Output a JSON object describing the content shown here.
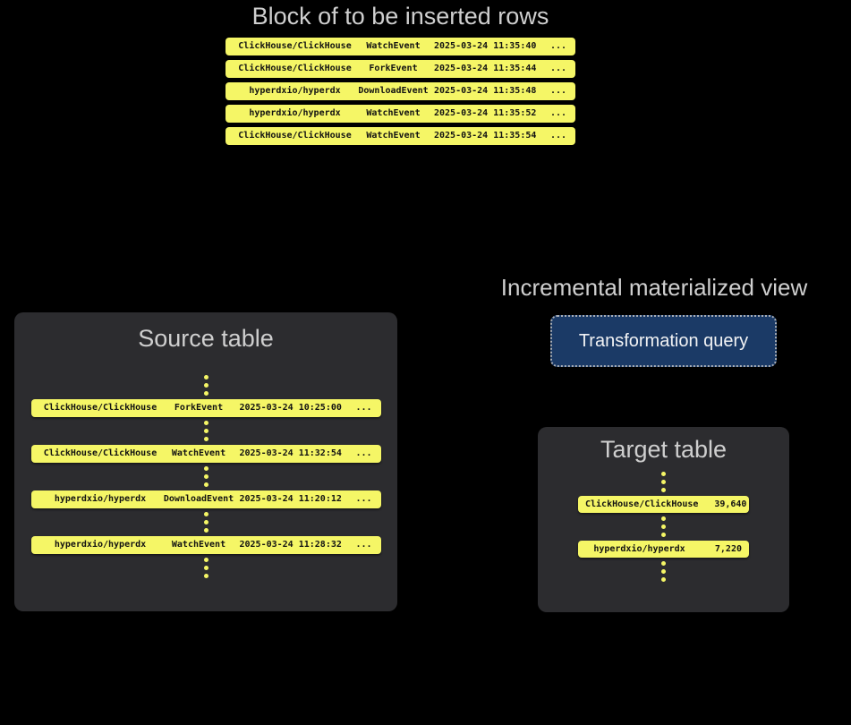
{
  "top_block": {
    "title": "Block of to be inserted rows",
    "rows": [
      {
        "repo": "ClickHouse/ClickHouse",
        "event": "WatchEvent",
        "timestamp": "2025-03-24 11:35:40",
        "more": "..."
      },
      {
        "repo": "ClickHouse/ClickHouse",
        "event": "ForkEvent",
        "timestamp": "2025-03-24 11:35:44",
        "more": "..."
      },
      {
        "repo": "hyperdxio/hyperdx",
        "event": "DownloadEvent",
        "timestamp": "2025-03-24 11:35:48",
        "more": "..."
      },
      {
        "repo": "hyperdxio/hyperdx",
        "event": "WatchEvent",
        "timestamp": "2025-03-24 11:35:52",
        "more": "..."
      },
      {
        "repo": "ClickHouse/ClickHouse",
        "event": "WatchEvent",
        "timestamp": "2025-03-24 11:35:54",
        "more": "..."
      }
    ]
  },
  "source_table": {
    "title": "Source table",
    "rows": [
      {
        "repo": "ClickHouse/ClickHouse",
        "event": "ForkEvent",
        "timestamp": "2025-03-24 10:25:00",
        "more": "..."
      },
      {
        "repo": "ClickHouse/ClickHouse",
        "event": "WatchEvent",
        "timestamp": "2025-03-24 11:32:54",
        "more": "..."
      },
      {
        "repo": "hyperdxio/hyperdx",
        "event": "DownloadEvent",
        "timestamp": "2025-03-24 11:20:12",
        "more": "..."
      },
      {
        "repo": "hyperdxio/hyperdx",
        "event": "WatchEvent",
        "timestamp": "2025-03-24 11:28:32",
        "more": "..."
      }
    ]
  },
  "materialized_view": {
    "title": "Incremental materialized view",
    "button_label": "Transformation query"
  },
  "target_table": {
    "title": "Target table",
    "rows": [
      {
        "repo": "ClickHouse/ClickHouse",
        "count": "39,640"
      },
      {
        "repo": "hyperdxio/hyperdx",
        "count": "7,220"
      }
    ]
  },
  "colors": {
    "background": "#000000",
    "row_yellow": "#f5f666",
    "panel_gray": "#2c2c2f",
    "accent_navy": "#1b3a66",
    "heading_gray": "#cfcfcf",
    "row_text": "#121212",
    "button_border": "#a9aeb6",
    "button_text": "#f1f2f4"
  }
}
